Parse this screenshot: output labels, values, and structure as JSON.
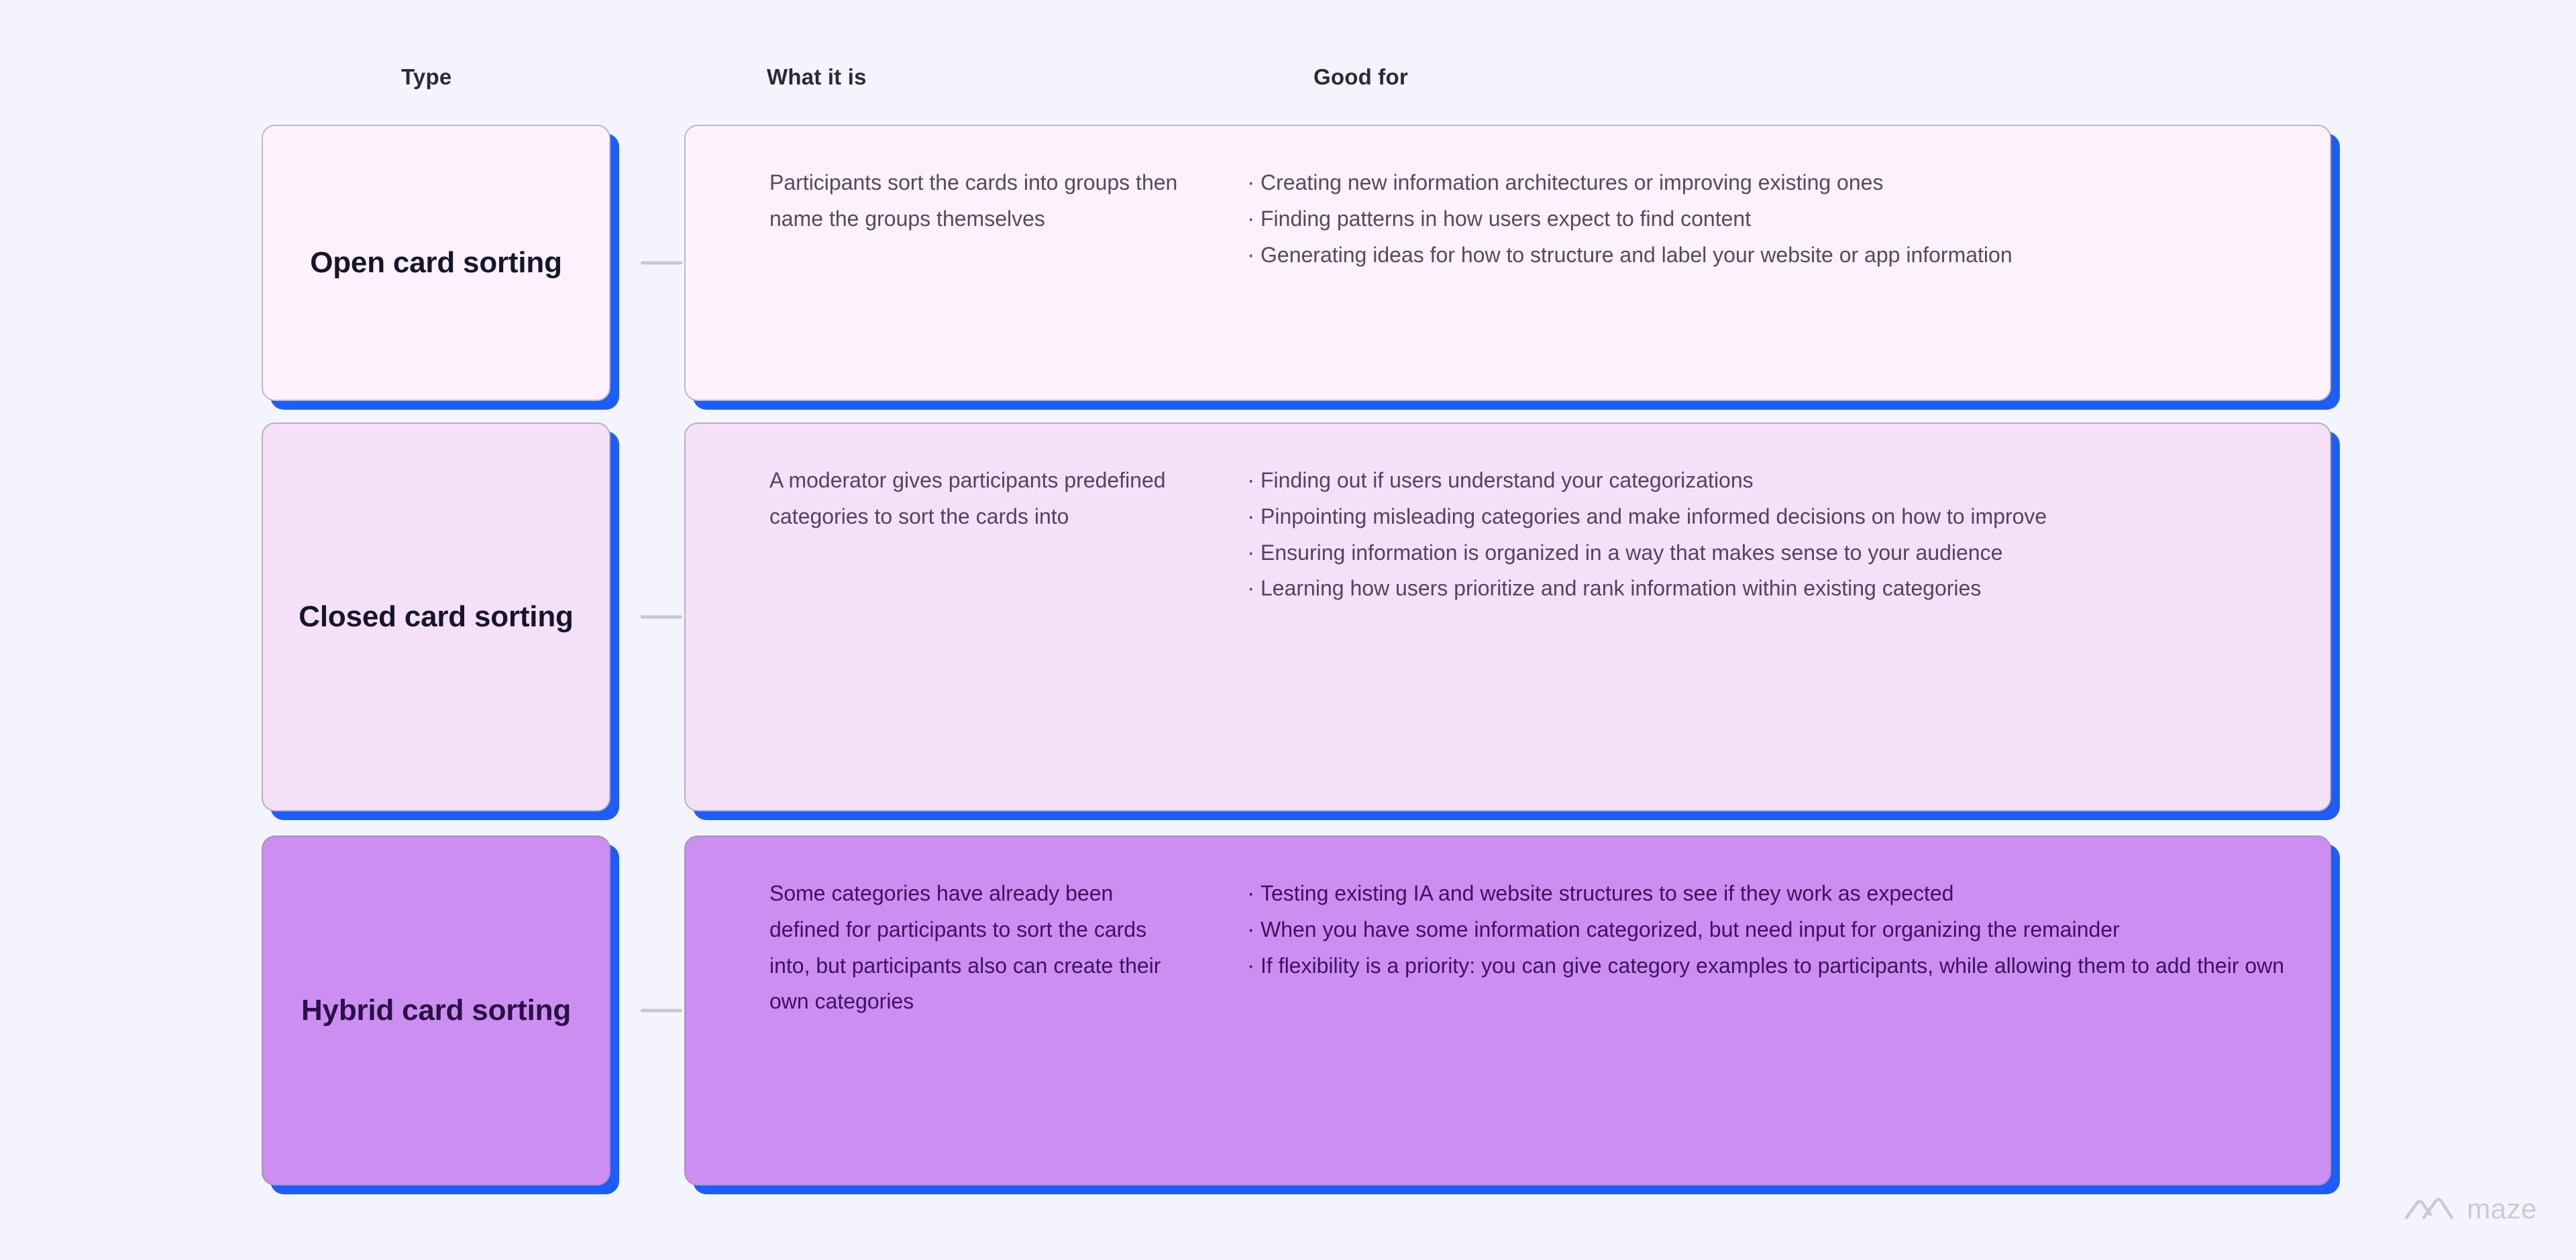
{
  "page": {
    "background_color": "#f4f4fc",
    "accent_shadow_color": "#1d5dfb"
  },
  "headers": {
    "type": "Type",
    "what_it_is": "What it is",
    "good_for": "Good for"
  },
  "brand": {
    "name": "maze",
    "icon": "maze-mountain-logo-icon"
  },
  "rows": [
    {
      "label": "Open card sorting",
      "card_color": "#fdf2fb",
      "what_it_is": "Participants sort the cards into groups then name the groups themselves",
      "good_for": [
        "Creating new information architectures or improving existing ones",
        "Finding patterns in how users expect to find content",
        "Generating ideas for how to structure and label your website or app information"
      ]
    },
    {
      "label": "Closed card sorting",
      "card_color": "#f4e1f8",
      "what_it_is": "A moderator gives participants predefined categories to sort the cards into",
      "good_for": [
        "Finding out if users understand your categorizations",
        "Pinpointing misleading categories and make informed decisions on how to improve",
        "Ensuring information is organized in a way that makes sense to your audience",
        "Learning how users prioritize and rank information within existing categories"
      ]
    },
    {
      "label": "Hybrid card sorting",
      "card_color": "#cd8ef2",
      "what_it_is": "Some categories have already been defined for participants to sort the cards into, but participants also can create their own categories",
      "good_for": [
        "Testing existing IA and website structures to see if they work as expected",
        "When you have some information categorized, but need input for organizing the remainder",
        "If flexibility is a priority: you can give category examples to participants, while allowing them to add their own"
      ]
    }
  ]
}
